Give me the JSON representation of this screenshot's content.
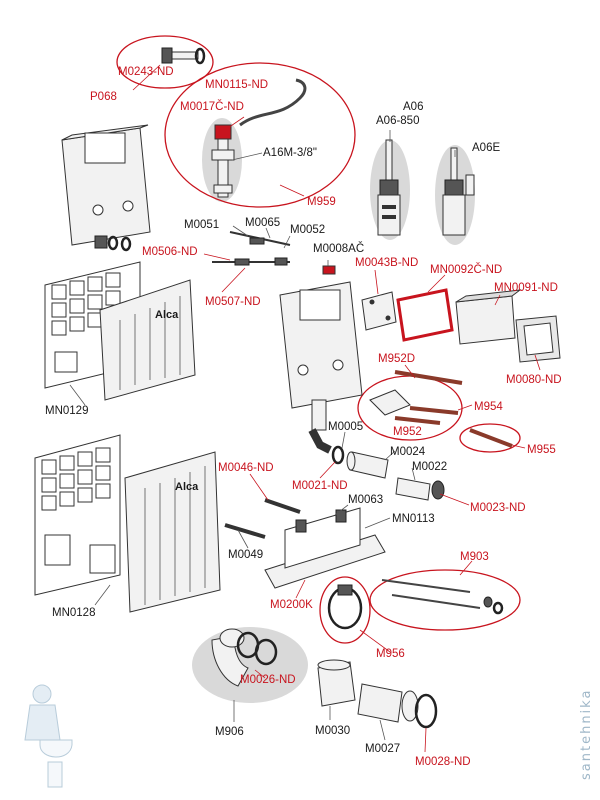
{
  "labels": {
    "m0243": "M0243-ND",
    "p068": "P068",
    "mn0115": "MN0115-ND",
    "m0017": "M0017Č-ND",
    "a16m": "A16M-3/8\"",
    "m959": "M959",
    "a06": "A06",
    "a06850": "A06-850",
    "a06e": "A06E",
    "m0051": "M0051",
    "m0065": "M0065",
    "m0052": "M0052",
    "m0506": "M0506-ND",
    "m0507": "M0507-ND",
    "m0008": "M0008AČ",
    "m0043": "M0043B-ND",
    "mn0092": "MN0092Č-ND",
    "mn0091": "MN0091-ND",
    "m0080": "M0080-ND",
    "mn0129": "MN0129",
    "m952d": "M952D",
    "m954": "M954",
    "m952": "M952",
    "m955": "M955",
    "m0005": "M0005",
    "m0024": "M0024",
    "m0021": "M0021-ND",
    "m0022": "M0022",
    "m0023": "M0023-ND",
    "m0046": "M0046-ND",
    "m0063": "M0063",
    "mn0113": "MN0113",
    "m0049": "M0049",
    "mn0128": "MN0128",
    "m903": "M903",
    "m0200k": "M0200K",
    "m956": "M956",
    "m0026": "M0026-ND",
    "m906": "M906",
    "m0030": "M0030",
    "m0027": "M0027",
    "m0028": "M0028-ND"
  },
  "brand": {
    "alca_top": "Alca",
    "alca_bottom": "Alca"
  },
  "watermark": "santehnika",
  "colors": {
    "label_red": "#c8141e",
    "label_black": "#1a1a1a",
    "highlight_gray": "#d9d9d9"
  }
}
